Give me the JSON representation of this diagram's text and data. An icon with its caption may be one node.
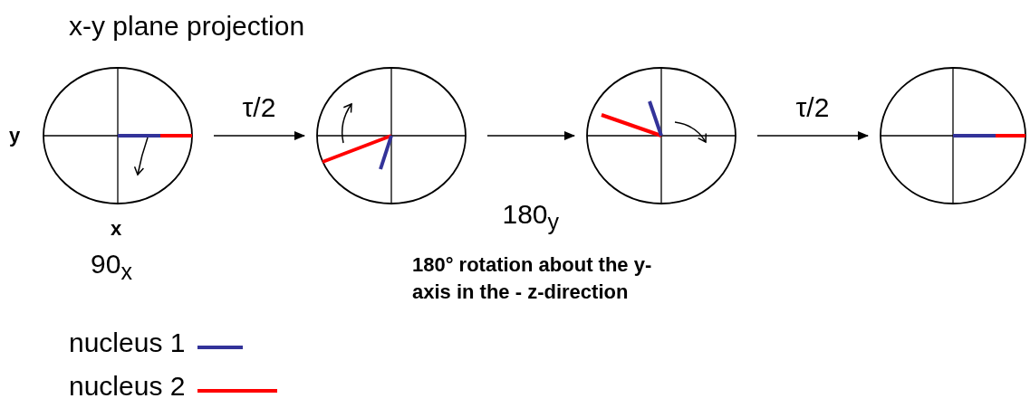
{
  "diagram": {
    "title": "x-y plane projection",
    "nodes": [
      {
        "text": [],
        "shape": "circle"
      },
      {
        "text": [],
        "shape": "circle"
      },
      {
        "text": [],
        "shape": "circle"
      },
      {
        "text": [],
        "shape": "circle"
      }
    ],
    "edges": [
      {
        "from": 0,
        "to": 1,
        "arrow": "to",
        "label": "τ/2"
      },
      {
        "from": 1,
        "to": 2,
        "arrow": "to",
        "label": "180$_{y}$"
      },
      {
        "from": 2,
        "to": 3,
        "arrow": "to",
        "label": "τ/2"
      }
    ],
    "labels": [
      "y",
      "x",
      "90$_{x}$",
      "180° rotation about the y-axis in the - z-direction"
    ],
    "legend": [
      {
        "text": "nucleus 1"
      },
      {
        "text": "nucleus 2"
      }
    ]
  }
}
